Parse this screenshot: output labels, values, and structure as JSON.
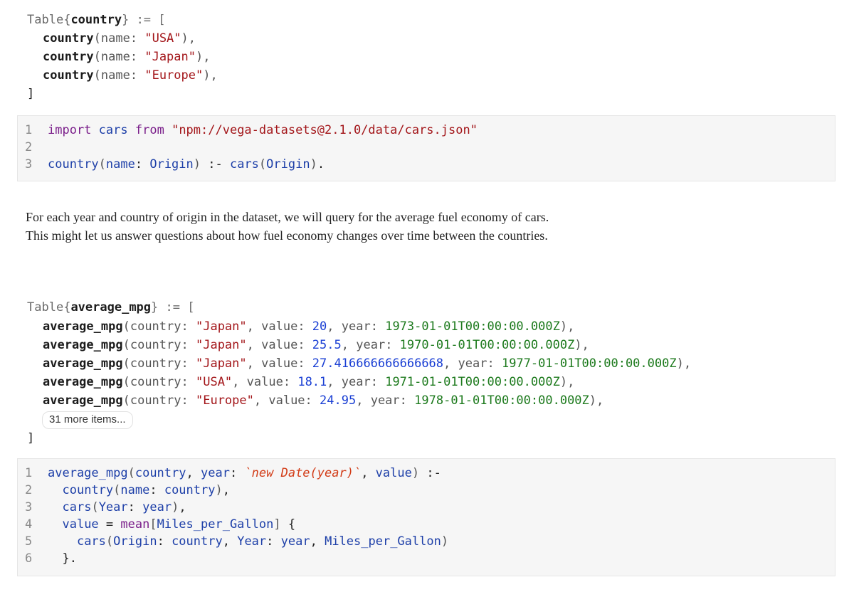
{
  "table1": {
    "prefix": "Table",
    "name": "country",
    "assign": "} := [",
    "rows": [
      {
        "fn": "country",
        "args": [
          {
            "k": "name",
            "v": "\"USA\"",
            "t": "str"
          }
        ]
      },
      {
        "fn": "country",
        "args": [
          {
            "k": "name",
            "v": "\"Japan\"",
            "t": "str"
          }
        ]
      },
      {
        "fn": "country",
        "args": [
          {
            "k": "name",
            "v": "\"Europe\"",
            "t": "str"
          }
        ]
      }
    ],
    "close": "]"
  },
  "cell1": {
    "line_numbers": [
      "1",
      "2",
      "3"
    ],
    "lines": [
      [
        {
          "t": "kw",
          "s": "import"
        },
        {
          "t": "plain",
          "s": " "
        },
        {
          "t": "var",
          "s": "cars"
        },
        {
          "t": "plain",
          "s": " "
        },
        {
          "t": "kw",
          "s": "from"
        },
        {
          "t": "plain",
          "s": " "
        },
        {
          "t": "str",
          "s": "\"npm://vega-datasets@2.1.0/data/cars.json\""
        }
      ],
      [],
      [
        {
          "t": "fn",
          "s": "country"
        },
        {
          "t": "sym",
          "s": "("
        },
        {
          "t": "var",
          "s": "name"
        },
        {
          "t": "plain",
          "s": ": "
        },
        {
          "t": "var",
          "s": "Origin"
        },
        {
          "t": "sym",
          "s": ")"
        },
        {
          "t": "plain",
          "s": " :- "
        },
        {
          "t": "fn",
          "s": "cars"
        },
        {
          "t": "sym",
          "s": "("
        },
        {
          "t": "var",
          "s": "Origin"
        },
        {
          "t": "sym",
          "s": ")"
        },
        {
          "t": "plain",
          "s": "."
        }
      ]
    ]
  },
  "prose": {
    "text": "For each year and country of origin in the dataset, we will query for the average fuel economy of cars. This might let us answer questions about how fuel economy changes over time between the countries."
  },
  "table2": {
    "prefix": "Table",
    "name": "average_mpg",
    "assign": "} := [",
    "rows": [
      {
        "fn": "average_mpg",
        "args": [
          {
            "k": "country",
            "v": "\"Japan\"",
            "t": "str"
          },
          {
            "k": "value",
            "v": "20",
            "t": "num"
          },
          {
            "k": "year",
            "v": "1973-01-01T00:00:00.000Z",
            "t": "date"
          }
        ]
      },
      {
        "fn": "average_mpg",
        "args": [
          {
            "k": "country",
            "v": "\"Japan\"",
            "t": "str"
          },
          {
            "k": "value",
            "v": "25.5",
            "t": "num"
          },
          {
            "k": "year",
            "v": "1970-01-01T00:00:00.000Z",
            "t": "date"
          }
        ]
      },
      {
        "fn": "average_mpg",
        "args": [
          {
            "k": "country",
            "v": "\"Japan\"",
            "t": "str"
          },
          {
            "k": "value",
            "v": "27.416666666666668",
            "t": "num"
          },
          {
            "k": "year",
            "v": "1977-01-01T00:00:00.000Z",
            "t": "date"
          }
        ]
      },
      {
        "fn": "average_mpg",
        "args": [
          {
            "k": "country",
            "v": "\"USA\"",
            "t": "str"
          },
          {
            "k": "value",
            "v": "18.1",
            "t": "num"
          },
          {
            "k": "year",
            "v": "1971-01-01T00:00:00.000Z",
            "t": "date"
          }
        ]
      },
      {
        "fn": "average_mpg",
        "args": [
          {
            "k": "country",
            "v": "\"Europe\"",
            "t": "str"
          },
          {
            "k": "value",
            "v": "24.95",
            "t": "num"
          },
          {
            "k": "year",
            "v": "1978-01-01T00:00:00.000Z",
            "t": "date"
          }
        ]
      }
    ],
    "more_label": "31 more items...",
    "close": "]"
  },
  "cell2": {
    "line_numbers": [
      "1",
      "2",
      "3",
      "4",
      "5",
      "6"
    ],
    "lines": [
      [
        {
          "t": "fn",
          "s": "average_mpg"
        },
        {
          "t": "sym",
          "s": "("
        },
        {
          "t": "var",
          "s": "country"
        },
        {
          "t": "plain",
          "s": ", "
        },
        {
          "t": "var",
          "s": "year"
        },
        {
          "t": "plain",
          "s": ": "
        },
        {
          "t": "tpl",
          "s": "`new Date(year)`"
        },
        {
          "t": "plain",
          "s": ", "
        },
        {
          "t": "var",
          "s": "value"
        },
        {
          "t": "sym",
          "s": ")"
        },
        {
          "t": "plain",
          "s": " :-"
        }
      ],
      [
        {
          "t": "plain",
          "s": "  "
        },
        {
          "t": "fn",
          "s": "country"
        },
        {
          "t": "sym",
          "s": "("
        },
        {
          "t": "var",
          "s": "name"
        },
        {
          "t": "plain",
          "s": ": "
        },
        {
          "t": "var",
          "s": "country"
        },
        {
          "t": "sym",
          "s": ")"
        },
        {
          "t": "plain",
          "s": ","
        }
      ],
      [
        {
          "t": "plain",
          "s": "  "
        },
        {
          "t": "fn",
          "s": "cars"
        },
        {
          "t": "sym",
          "s": "("
        },
        {
          "t": "var",
          "s": "Year"
        },
        {
          "t": "plain",
          "s": ": "
        },
        {
          "t": "var",
          "s": "year"
        },
        {
          "t": "sym",
          "s": ")"
        },
        {
          "t": "plain",
          "s": ","
        }
      ],
      [
        {
          "t": "plain",
          "s": "  "
        },
        {
          "t": "var",
          "s": "value"
        },
        {
          "t": "plain",
          "s": " = "
        },
        {
          "t": "kw",
          "s": "mean"
        },
        {
          "t": "sym",
          "s": "["
        },
        {
          "t": "var",
          "s": "Miles_per_Gallon"
        },
        {
          "t": "sym",
          "s": "]"
        },
        {
          "t": "plain",
          "s": " {"
        }
      ],
      [
        {
          "t": "plain",
          "s": "    "
        },
        {
          "t": "fn",
          "s": "cars"
        },
        {
          "t": "sym",
          "s": "("
        },
        {
          "t": "var",
          "s": "Origin"
        },
        {
          "t": "plain",
          "s": ": "
        },
        {
          "t": "var",
          "s": "country"
        },
        {
          "t": "plain",
          "s": ", "
        },
        {
          "t": "var",
          "s": "Year"
        },
        {
          "t": "plain",
          "s": ": "
        },
        {
          "t": "var",
          "s": "year"
        },
        {
          "t": "plain",
          "s": ", "
        },
        {
          "t": "var",
          "s": "Miles_per_Gallon"
        },
        {
          "t": "sym",
          "s": ")"
        }
      ],
      [
        {
          "t": "plain",
          "s": "  }."
        }
      ]
    ]
  }
}
